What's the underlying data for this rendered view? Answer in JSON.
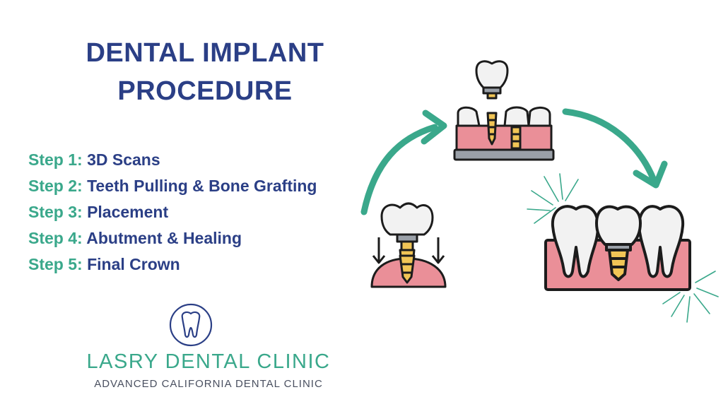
{
  "title": {
    "line1": "DENTAL IMPLANT",
    "line2": "PROCEDURE"
  },
  "steps": [
    {
      "num": "Step 1:",
      "text": "3D Scans"
    },
    {
      "num": "Step 2:",
      "text": "Teeth Pulling & Bone Grafting"
    },
    {
      "num": "Step 3:",
      "text": "Placement"
    },
    {
      "num": "Step 4:",
      "text": "Abutment & Healing"
    },
    {
      "num": "Step 5:",
      "text": "Final Crown"
    }
  ],
  "clinic": {
    "name": "LASRY DENTAL CLINIC",
    "tagline": "ADVANCED CALIFORNIA DENTAL CLINIC"
  },
  "colors": {
    "navy": "#2b3f86",
    "teal": "#3aa88b",
    "gum": "#ea8f98",
    "tooth": "#f2f2f2",
    "gold": "#f1c556",
    "outline": "#1c1c1c"
  }
}
